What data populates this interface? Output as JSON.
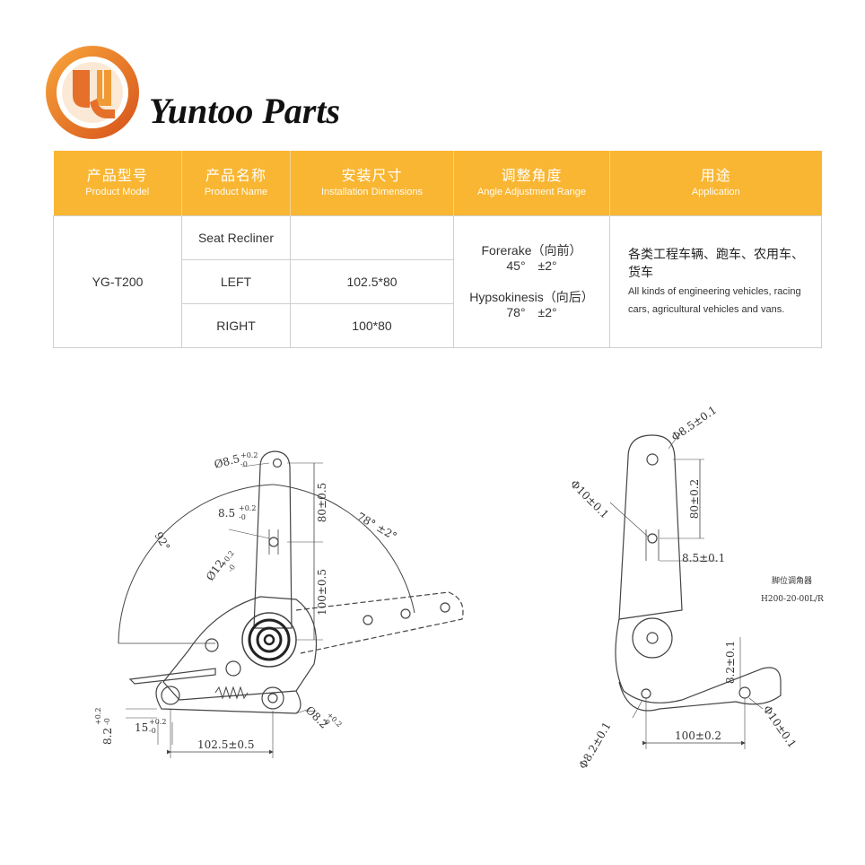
{
  "brand": {
    "name": "Yuntoo Parts",
    "logo_icon": "yuntoo-logo-icon",
    "colors": {
      "ring": "#f0862a",
      "ring_dark": "#d85f1c",
      "accent": "#f9b632"
    }
  },
  "table": {
    "headers": [
      {
        "zh": "产品型号",
        "en": "Product Model"
      },
      {
        "zh": "产品名称",
        "en": "Product Name"
      },
      {
        "zh": "安装尺寸",
        "en": "Installation Dimensions"
      },
      {
        "zh": "调整角度",
        "en": "Angle Adjustment Range"
      },
      {
        "zh": "用途",
        "en": "Application"
      }
    ],
    "model": "YG-T200",
    "rows": [
      {
        "name": "Seat Recliner",
        "dimensions": ""
      },
      {
        "name": "LEFT",
        "dimensions": "102.5*80"
      },
      {
        "name": "RIGHT",
        "dimensions": "100*80"
      }
    ],
    "angle": {
      "forerake_label": "Forerake（向前）",
      "forerake_value": "45°　±2°",
      "hypsokinesis_label": "Hypsokinesis（向后）",
      "hypsokinesis_value": "78°　±2°"
    },
    "application": {
      "zh": "各类工程车辆、跑车、农用车、货车",
      "en": "All kinds of engineering vehicles, racing cars, agricultural vehicles and vans."
    }
  },
  "drawing_left": {
    "dim_hole_top": "Ø8.5",
    "dim_hole_top_tol": "+0.2",
    "dim_hole_top_tol2": "-0",
    "dim_slot": "8.5",
    "dim_slot_tol": "+0.2",
    "dim_slot_tol2": "-0",
    "dim_bore": "Ø12",
    "dim_bore_tol": "+0.2",
    "dim_bore_tol2": "-0",
    "dim_80": "80±0.5",
    "dim_100": "100±0.5",
    "angle_92": "92°",
    "angle_78": "78° ±2°",
    "dim_bottom_hole": "Ø8.2",
    "dim_bottom_hole_tol": "+0.2",
    "dim_bottom_hole_tol2": "-0",
    "dim_8_2": "8.2",
    "dim_8_2_tol": "+0.2",
    "dim_8_2_tol2": "-0",
    "dim_15": "15",
    "dim_15_tol": "+0.2",
    "dim_15_tol2": "-0",
    "dim_102_5": "102.5±0.5"
  },
  "drawing_right": {
    "dim_hole_top": "Φ8.5±0.1",
    "dim_hole_left": "Φ10±0.1",
    "dim_80": "80±0.2",
    "dim_8_5": "8.5±0.1",
    "title_zh": "脚位调角器",
    "part_no": "H200-20-00L/R",
    "dim_8_2_right": "8.2±0.1",
    "dim_hole_bottom_right": "Φ10±0.1",
    "dim_100": "100±0.2",
    "dim_hole_bottom_left": "Φ8.2±0.1"
  }
}
